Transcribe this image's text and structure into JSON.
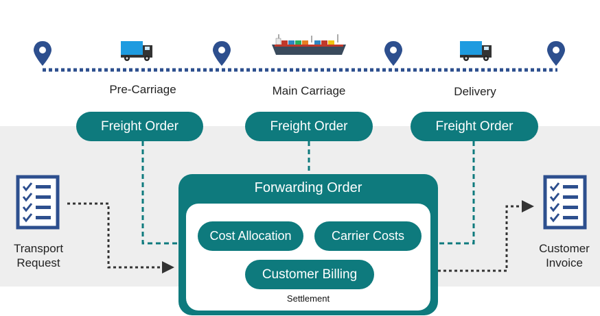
{
  "stages": {
    "pre_carriage": "Pre-Carriage",
    "main_carriage": "Main Carriage",
    "delivery": "Delivery"
  },
  "freight_orders": [
    "Freight Order",
    "Freight Order",
    "Freight Order"
  ],
  "forwarding_order": {
    "title": "Forwarding Order",
    "cost_allocation": "Cost Allocation",
    "carrier_costs": "Carrier Costs",
    "customer_billing": "Customer Billing",
    "settlement": "Settlement"
  },
  "transport_request": {
    "line1": "Transport",
    "line2": "Request"
  },
  "customer_invoice": {
    "line1": "Customer",
    "line2": "Invoice"
  },
  "colors": {
    "teal": "#0e7a7d",
    "navy": "#2d4f8e",
    "band": "#eeeeee",
    "truck_blue": "#1e9be0"
  },
  "icons": [
    "location-pin-icon",
    "truck-icon",
    "ship-icon",
    "checklist-document-icon"
  ]
}
